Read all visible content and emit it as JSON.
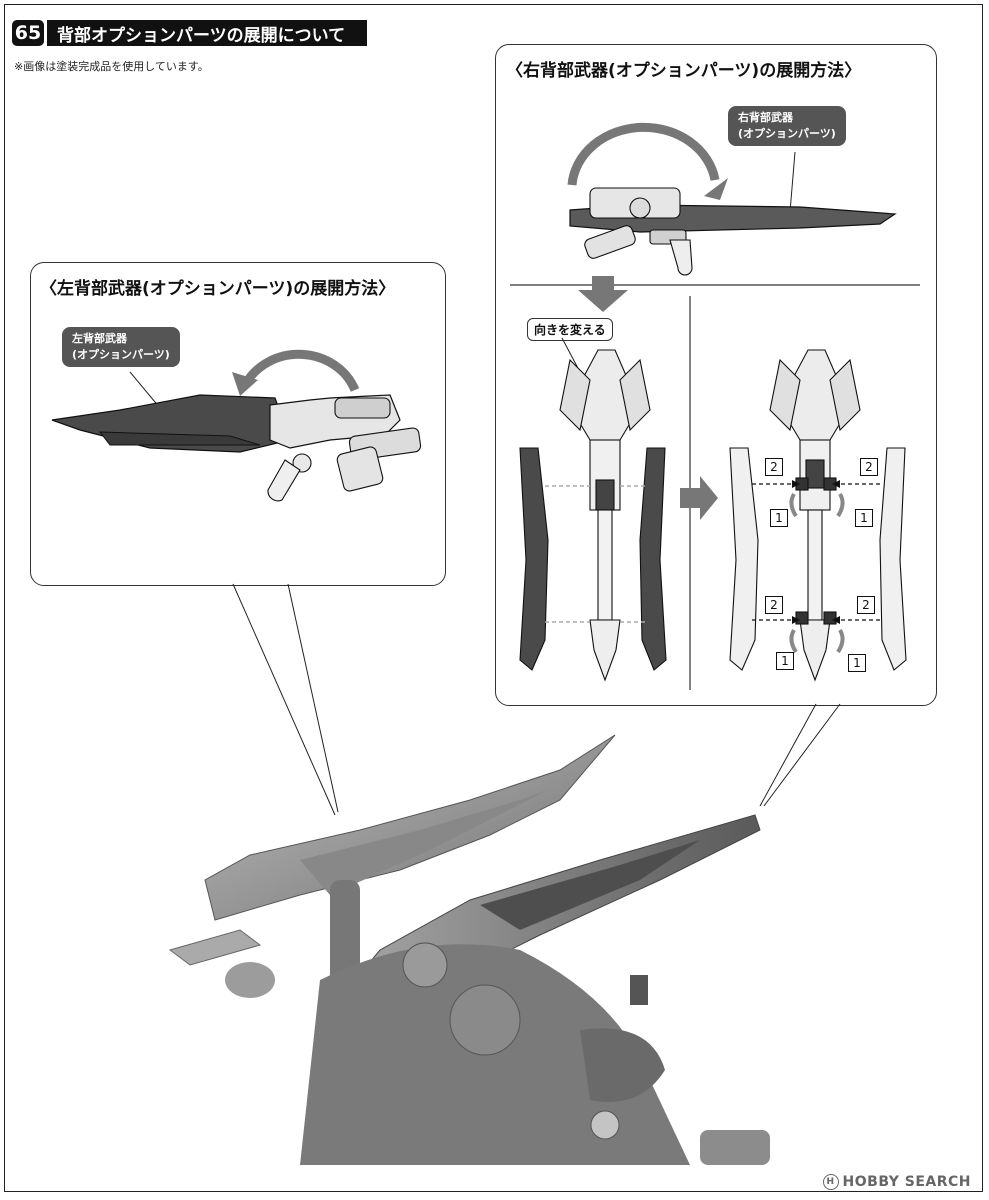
{
  "header": {
    "number": "65",
    "title": "背部オプションパーツの展開について"
  },
  "note": "※画像は塗装完成品を使用しています。",
  "left_panel": {
    "title": "〈左背部武器(オプションパーツ)の展開方法〉",
    "part_label_line1": "左背部武器",
    "part_label_line2": "(オプションパーツ)"
  },
  "right_panel": {
    "title": "〈右背部武器(オプションパーツ)の展開方法〉",
    "part_label_line1": "右背部武器",
    "part_label_line2": "(オプションパーツ)",
    "rotate_label": "向きを変える",
    "steps": {
      "one": "1",
      "two": "2"
    }
  },
  "watermark": {
    "text": "HOBBY SEARCH",
    "logo_letter": "H"
  },
  "colors": {
    "ink": "#111111",
    "label_bg": "#555555",
    "part_dark": "#4a4a4a",
    "part_mid": "#8a8a8a",
    "part_light": "#d8d8d8"
  }
}
